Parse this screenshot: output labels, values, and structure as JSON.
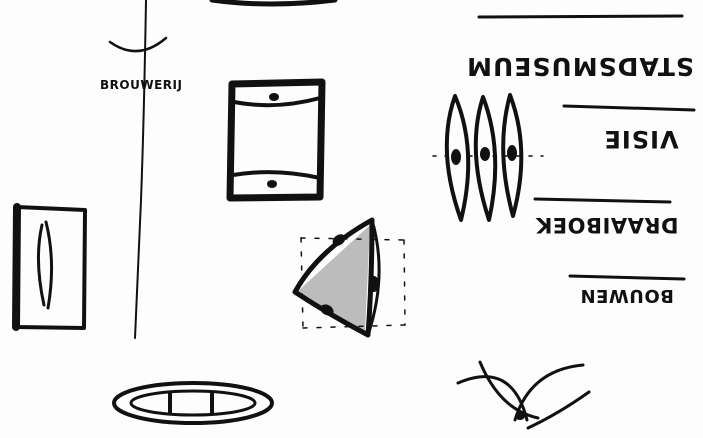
{
  "labels": {
    "brouwerij": "BROUWERIJ",
    "stadsmuseum": "STADSMUSEUM",
    "visie": "VISIE",
    "draaiboek": "DRAAIBOEK",
    "bouwen": "BOUWEN"
  },
  "colors": {
    "paper": "#fdfdfd",
    "ink": "#111111",
    "shade": "#bcbcbc"
  }
}
